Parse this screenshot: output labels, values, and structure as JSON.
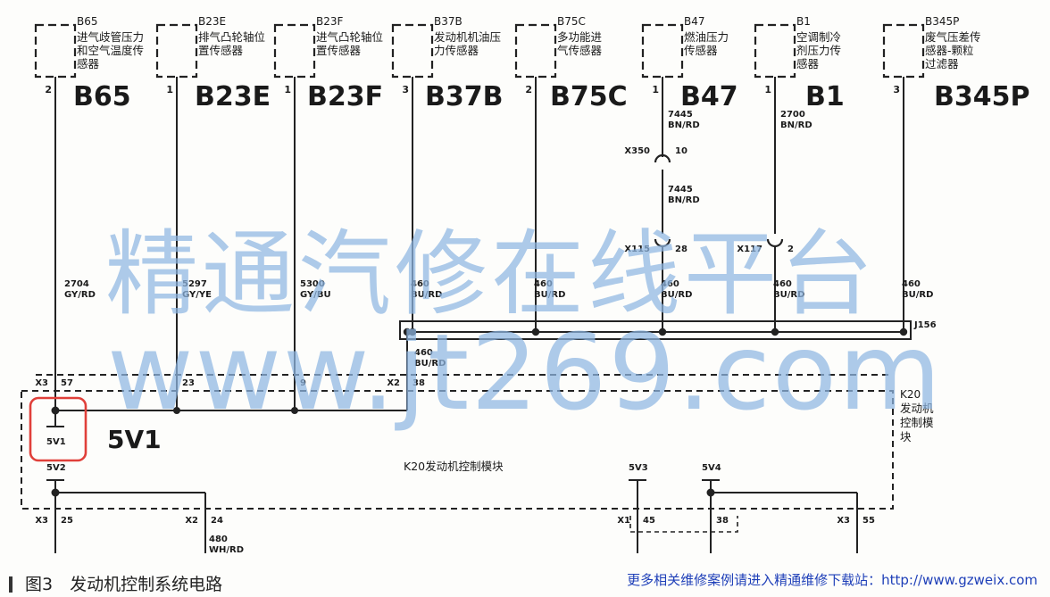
{
  "sensors": [
    {
      "code": "B65",
      "name": "进气歧管压力和空气温度传感器",
      "pin": "2",
      "wire_no": "2704",
      "wire_color": "GY/RD"
    },
    {
      "code": "B23E",
      "name": "排气凸轮轴位置传感器",
      "pin": "1",
      "wire_no": "5297",
      "wire_color": "GY/YE"
    },
    {
      "code": "B23F",
      "name": "进气凸轮轴位置传感器",
      "pin": "1",
      "wire_no": "5300",
      "wire_color": "GY/BU"
    },
    {
      "code": "B37B",
      "name": "发动机机油压力传感器",
      "pin": "3",
      "wire_no": "460",
      "wire_color": "BU/RD"
    },
    {
      "code": "B75C",
      "name": "多功能进气传感器",
      "pin": "2",
      "wire_no": "460",
      "wire_color": "BU/RD"
    },
    {
      "code": "B47",
      "name": "燃油压力传感器",
      "pin": "1",
      "wire_no": "460",
      "wire_color": "BU/RD"
    },
    {
      "code": "B1",
      "name": "空调制冷剂压力传感器",
      "pin": "1",
      "wire_no": "460",
      "wire_color": "BU/RD"
    },
    {
      "code": "B345P",
      "name": "废气压差传感器-颗粒过滤器",
      "pin": "3",
      "wire_no": "460",
      "wire_color": "BU/RD"
    }
  ],
  "b47_upper_wire": {
    "number": "7445",
    "color": "BN/RD"
  },
  "b47_mid_wire": {
    "number": "7445",
    "color": "BN/RD"
  },
  "b1_upper_wire": {
    "number": "2700",
    "color": "BN/RD"
  },
  "connectors": {
    "x350": {
      "name": "X350",
      "pin": "10"
    },
    "x115": {
      "name": "X115",
      "pin": "28"
    },
    "x117": {
      "name": "X117",
      "pin": "2"
    }
  },
  "splice": {
    "name": "J156"
  },
  "splice_output": {
    "number": "460",
    "color": "BU/RD"
  },
  "module_pins_top": [
    {
      "connector": "X3",
      "pin": "57"
    },
    {
      "connector": "",
      "pin": "23"
    },
    {
      "connector": "",
      "pin": "9"
    },
    {
      "connector": "X2",
      "pin": "38"
    }
  ],
  "module": {
    "code": "K20",
    "name_right": "发动机控制模块",
    "name_center": "K20发动机控制模块"
  },
  "internal": {
    "v1_small": "5V1",
    "v1_big": "5V1",
    "v2": "5V2",
    "v3": "5V3",
    "v4": "5V4"
  },
  "module_pins_bottom": [
    {
      "connector": "X3",
      "pin": "25"
    },
    {
      "connector": "X2",
      "pin": "24"
    },
    {
      "connector": "X1",
      "pin": "45"
    },
    {
      "connector": "",
      "pin": "38"
    },
    {
      "connector": "X3",
      "pin": "55"
    }
  ],
  "bottom_wire": {
    "number": "480",
    "color": "WH/RD"
  },
  "watermark": {
    "line1": "精通汽修在线平台",
    "line2": "www.jt269.com"
  },
  "footer": {
    "caption": "图3　发动机控制系统电路",
    "link": "更多相关维修案例请进入精通维修下载站：http://www.gzweix.com"
  },
  "colors": {
    "line": "#1a1a1a",
    "highlight": "#e0403a",
    "watermark": "#8fb7e3",
    "link": "#1e3fb8"
  }
}
